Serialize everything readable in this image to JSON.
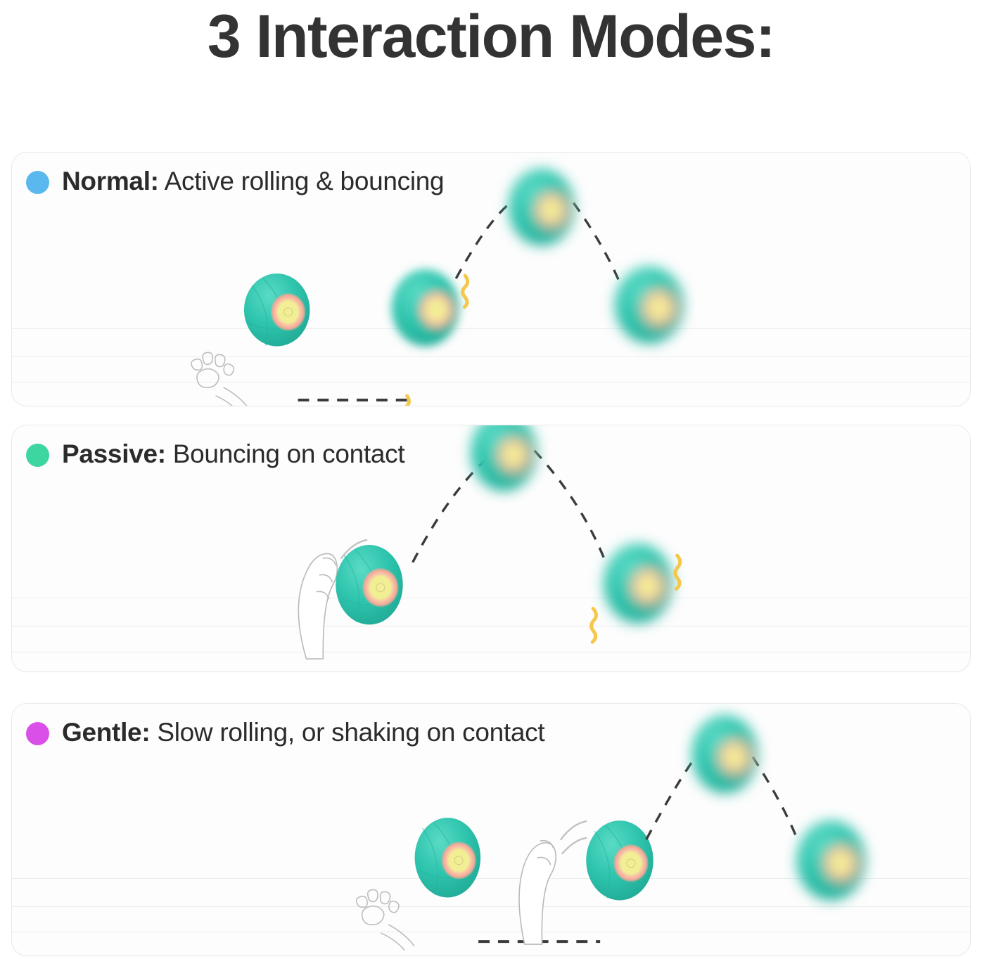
{
  "page": {
    "title": "3 Interaction Modes:",
    "background": "#ffffff",
    "title_color": "#333333"
  },
  "cards": [
    {
      "id": "normal",
      "dot_color": "#5BB8EF",
      "mode_label": "Normal:",
      "description": "Active rolling & bouncing",
      "icons": [
        "paw-icon",
        "ball-icon",
        "motion-line-icon",
        "spark-icon"
      ]
    },
    {
      "id": "passive",
      "dot_color": "#3DD6A0",
      "mode_label": "Passive:",
      "description": "Bouncing on contact",
      "icons": [
        "cat-leg-icon",
        "ball-icon",
        "arc-path-icon",
        "spark-icon"
      ]
    },
    {
      "id": "gentle",
      "dot_color": "#D94FE8",
      "mode_label": "Gentle:",
      "description": "Slow rolling, or shaking on contact",
      "icons": [
        "paw-icon",
        "cat-leg-icon",
        "ball-icon",
        "arc-path-icon"
      ]
    }
  ],
  "ball": {
    "shell_color": "#2EC4AD",
    "shell_highlight": "#55D8C4",
    "shell_shadow": "#1FA894",
    "core_color": "#F2EE94",
    "ring_color": "#F5A896"
  },
  "paths": {
    "dash_color": "#3b3b3b",
    "spark_color": "#F5C84C",
    "outline_color": "#b9b9b9",
    "rule_color": "#ededed"
  }
}
